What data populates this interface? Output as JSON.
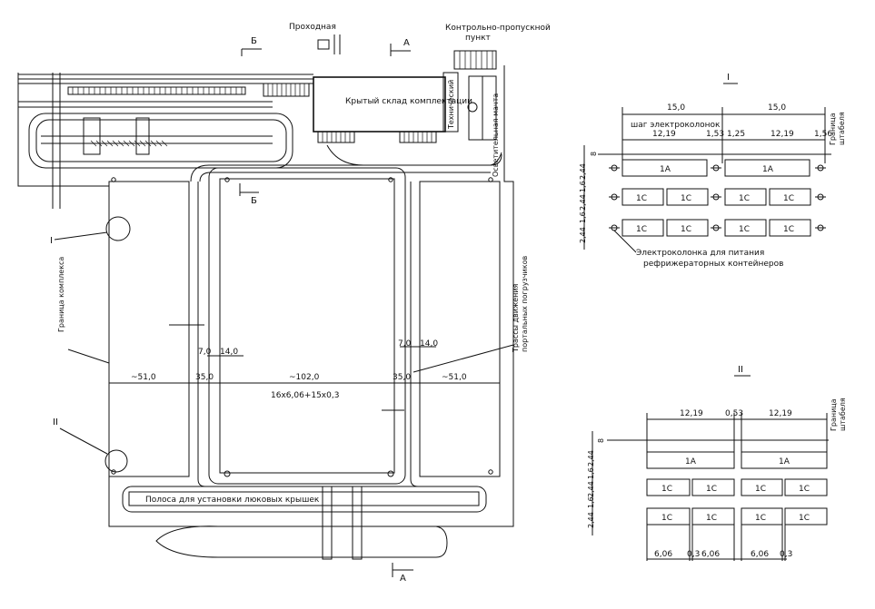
{
  "main_plan": {
    "labels": {
      "checkpoint_entrance": "Проходная",
      "checkpoint_control": "Контрольно-пропускной пункт",
      "covered_warehouse": "Крытый склад комплектации",
      "technical_building": "Технический",
      "light_mast": "Осветительная мачта",
      "complex_boundary": "Граница комплекса",
      "loader_routes": "Трассы движения портальных погрузчиков",
      "hatch_strip": "Полоса для установки люковых крышек"
    },
    "section_marks": {
      "a_top": "А",
      "a_bottom": "А",
      "b_top": "Б",
      "b_mid": "Б",
      "callout_1": "I",
      "callout_2": "II"
    },
    "dimensions": {
      "left_width": "~51,0",
      "passage_left": "35,0",
      "center_width": "~102,0",
      "passage_right": "35,0",
      "right_width": "~51,0",
      "center_formula": "16x6,06+15x0,3",
      "road_left_a": "7,0",
      "road_left_b": "14,0",
      "road_right_a": "7,0",
      "road_right_b": "14,0"
    }
  },
  "detail_1": {
    "title": "I",
    "top_dim_left": "15,0",
    "top_dim_right": "15,0",
    "step_label": "шаг электроколонок",
    "dims": [
      "12,19",
      "1,53",
      "1,25",
      "12,19",
      "1,56"
    ],
    "row_dims": [
      "8",
      "2,44",
      "1,6",
      "2,44",
      "1,6",
      "2,44"
    ],
    "row1": [
      "1А",
      "1А"
    ],
    "row2": [
      "1С",
      "1С",
      "1С",
      "1С"
    ],
    "row3": [
      "1С",
      "1С",
      "1С",
      "1С"
    ],
    "boundary": "Граница штабеля",
    "power_note_1": "Электроколонка для питания",
    "power_note_2": "рефрижераторных контейнеров"
  },
  "detail_2": {
    "title": "II",
    "dims_top": [
      "12,19",
      "0,53",
      "12,19"
    ],
    "row_dims": [
      "8",
      "2,44",
      "1,6",
      "2,44",
      "1,6",
      "2,44"
    ],
    "row1": [
      "1А",
      "1А"
    ],
    "row2": [
      "1С",
      "1С",
      "1С",
      "1С"
    ],
    "row3": [
      "1С",
      "1С",
      "1С",
      "1С"
    ],
    "boundary": "Граница штабеля",
    "dims_bottom": [
      "6,06",
      "0,3",
      "6,06",
      "6,06",
      "0,3"
    ]
  }
}
